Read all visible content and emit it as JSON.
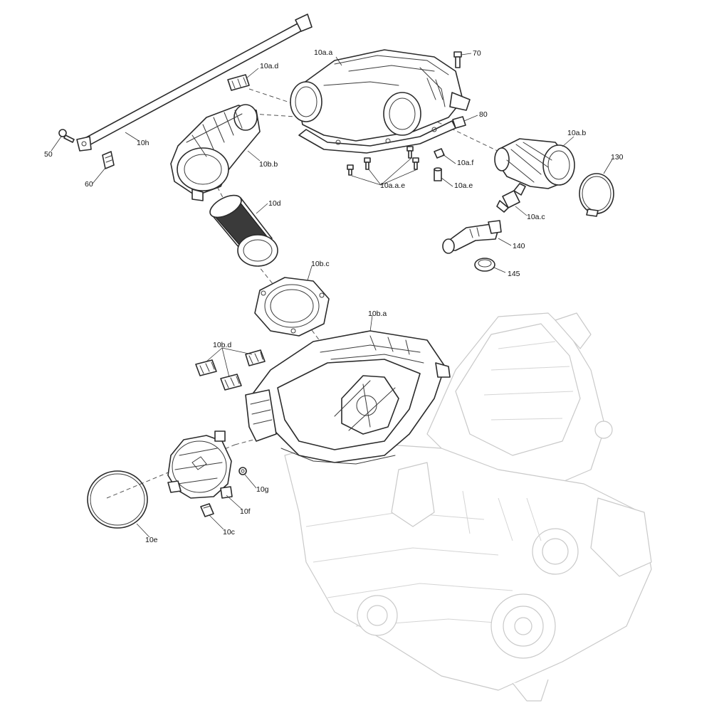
{
  "labels": {
    "l_10a_a": "10a.a",
    "l_10a_d": "10a.d",
    "l_70": "70",
    "l_80": "80",
    "l_10a_b": "10a.b",
    "l_130": "130",
    "l_10a_f": "10a.f",
    "l_10a_e": "10a.e",
    "l_10a_a_e": "10a.a.e",
    "l_10a_c": "10a.c",
    "l_140": "140",
    "l_145": "145",
    "l_50": "50",
    "l_10h": "10h",
    "l_60": "60",
    "l_10b_b": "10b.b",
    "l_10d": "10d",
    "l_10b_c": "10b.c",
    "l_10b_a": "10b.a",
    "l_10b_d": "10b.d",
    "l_10g": "10g",
    "l_10f": "10f",
    "l_10c": "10c",
    "l_10e": "10e"
  }
}
